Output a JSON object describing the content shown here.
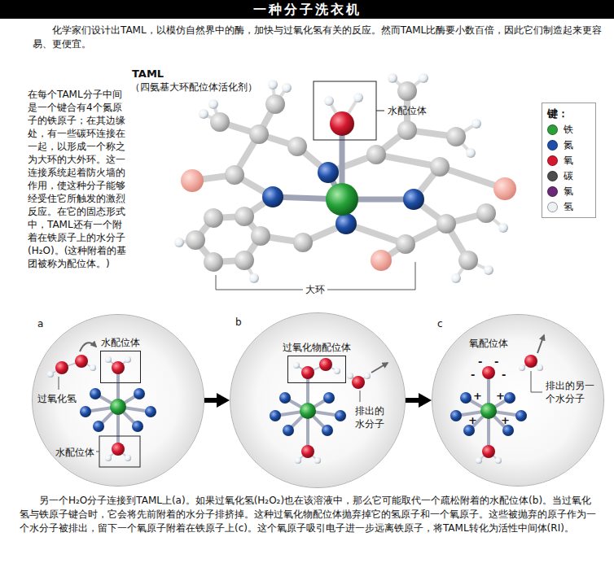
{
  "diagram": {
    "title": "一种分子洗衣机",
    "caption": "另一个H₂O分子连接到TAML上(a)。如果过氧化氢(H₂O₂)也在该溶液中，那么它可能取代一个疏松附着的水配位体(b)。当过氧化氢与铁原子键合时，它会将先前附着的水分子排挤掉。这种过氧化物配位体抛弃掉它的氢原子和一个氧原子。这些被抛弃的原子作为一个水分子被排出，留下一个氧原子附着在铁原子上(c)。这个氧原子吸引电子进一步远离铁原子，将TAML转化为活性中间体(RI)。",
    "nodes": [
      {
        "text": [
          "a"
        ]
      },
      {
        "text": [
          "水配位体"
        ],
        "in": 0
      },
      {
        "text": [
          "b"
        ]
      },
      {
        "text": [
          "过氧化物配位体"
        ],
        "in": 2
      },
      {
        "text": [
          "c"
        ]
      }
    ],
    "edges": [
      {
        "from": 0,
        "to": 2,
        "arrow": "to"
      },
      {
        "from": 2,
        "to": 4,
        "arrow": "to"
      }
    ],
    "labels": [
      "化学家们设计出TAML，以模仿自然界中的酶，加快与过氧化氢有关的反应。然而TAML比酶要小数百倍，因此它们制造起来更容易、更便宜。",
      "在每个TAML分子中间是一个键合有4个氮原子的铁原子；在其边缘处，有一些碳环连接在一起，以形成一个称之为大环的大外环。这一连接系统起着防火墙的作用，使这种分子能够经受住它所触发的激烈反应。在它的固态形式中，TAML还有一个附着在铁原子上的水分子(H₂O)。(这种附着的基团被称为配位体。)",
      "TAML",
      "（四氨基大环配位体活化剂）",
      "水配位体",
      "大环",
      "键：",
      "过氧化氢",
      "水配位体",
      "排出的水分子",
      "氧配位体",
      "排出的另一个水分子",
      "-",
      "-",
      "-",
      "-",
      "+",
      "+",
      "+",
      "+"
    ],
    "legend": [
      {
        "text": "铁",
        "color": "#2e9e3a"
      },
      {
        "text": "氮",
        "color": "#1f4fa8"
      },
      {
        "text": "氧",
        "color": "#d6182f"
      },
      {
        "text": "碳",
        "color": "#4d4d4d"
      },
      {
        "text": "氯",
        "color": "#6b2a78"
      },
      {
        "text": "氢",
        "color": "#eef2f5"
      }
    ]
  }
}
